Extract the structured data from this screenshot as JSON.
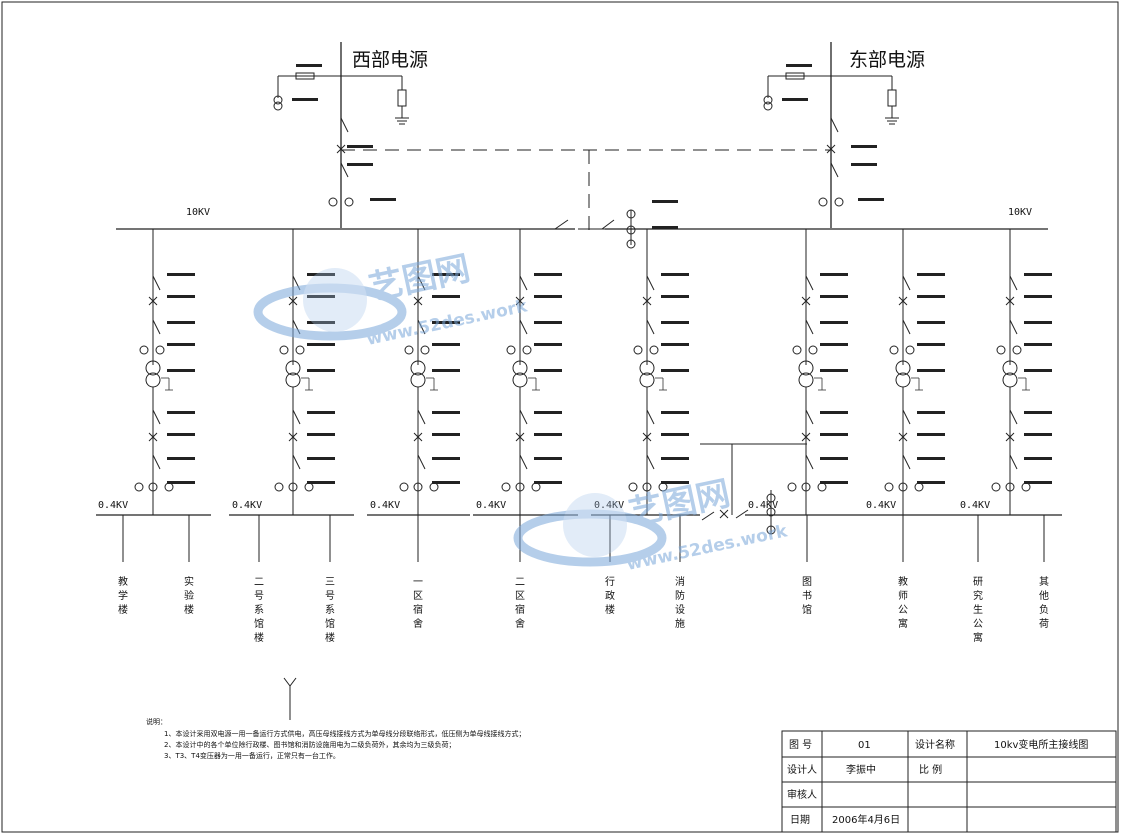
{
  "sources": {
    "west": "西部电源",
    "east": "东部电源"
  },
  "bus_hv": {
    "left": "10KV",
    "right": "10KV"
  },
  "bus_lv_label": "0.4KV",
  "loads": [
    {
      "label": "教学楼"
    },
    {
      "label": "实验楼"
    },
    {
      "label": "二号系馆楼"
    },
    {
      "label": "三号系馆楼"
    },
    {
      "label": "一区宿舍"
    },
    {
      "label": "二区宿舍"
    },
    {
      "label": "行政楼"
    },
    {
      "label": "消防设施"
    },
    {
      "label": "图书馆"
    },
    {
      "label": "教师公寓"
    },
    {
      "label": "研究生公寓"
    },
    {
      "label": "其他负荷"
    }
  ],
  "notes": {
    "heading": "说明：",
    "lines": [
      "1、本设计采用双电源一用一备运行方式供电，高压母线接线方式为单母线分段联络形式，低压侧为单母线接线方式；",
      "2、本设计中的各个单位除行政楼、图书馆和消防设施用电为二级负荷外，其余均为三级负荷；",
      "3、T3、T4变压器为一用一备运行，正常只有一台工作。"
    ]
  },
  "title_block": {
    "drawing_no_label": "图 号",
    "drawing_no": "01",
    "design_name_label": "设计名称",
    "design_name": "10kv变电所主接线图",
    "designer_label": "设计人",
    "designer": "李振中",
    "scale_label": "比 例",
    "scale": "",
    "reviewer_label": "审核人",
    "reviewer": "",
    "date_label": "日期",
    "date": "2006年4月6日"
  },
  "watermark": {
    "brand": "艺图网",
    "url": "www.52des.work"
  },
  "colors": {
    "line": "#222222",
    "watermark": "#7aa7d9"
  }
}
